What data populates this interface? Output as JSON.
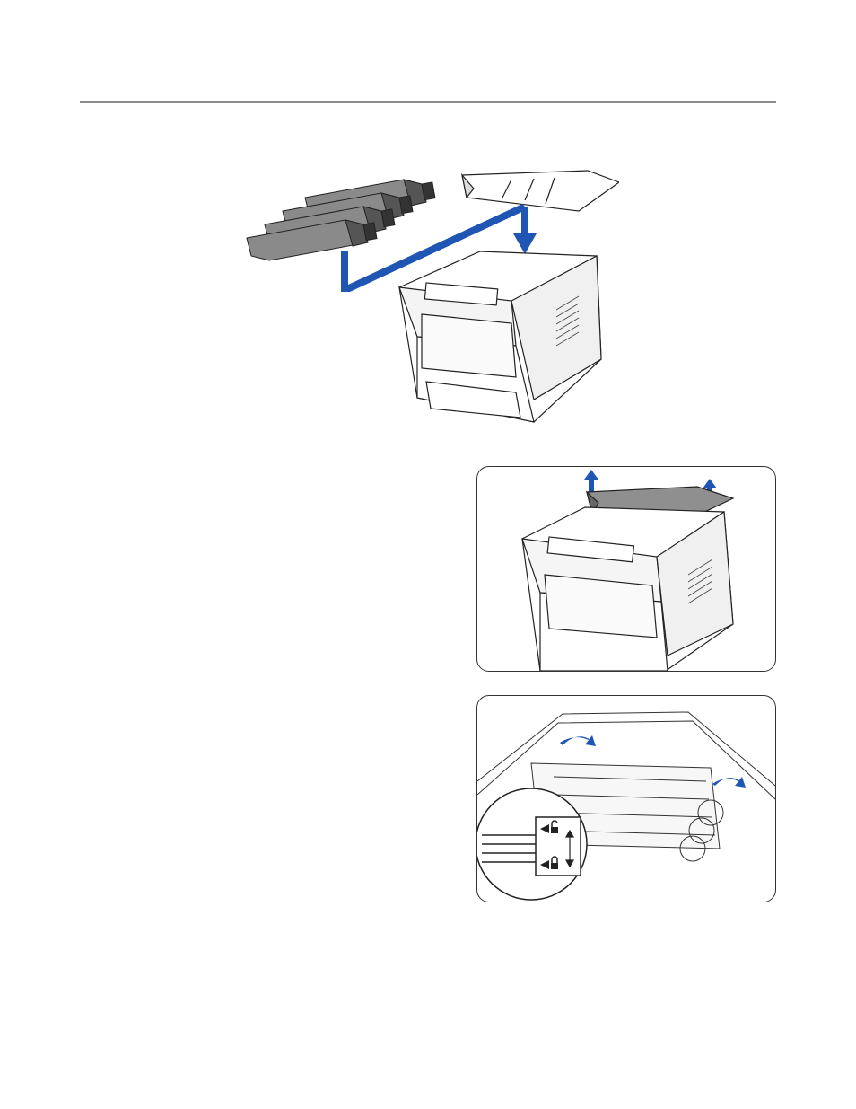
{
  "page": {
    "background": "#ffffff",
    "rule_color": "#8c8c8c",
    "accent": "#1f55b3"
  },
  "figures": [
    {
      "id": "overview",
      "icon": "printer-toner-install-illustration"
    },
    {
      "id": "cover-removal",
      "icon": "printer-top-cover-lift-illustration"
    },
    {
      "id": "lever-release",
      "icon": "toner-lock-lever-illustration"
    }
  ]
}
